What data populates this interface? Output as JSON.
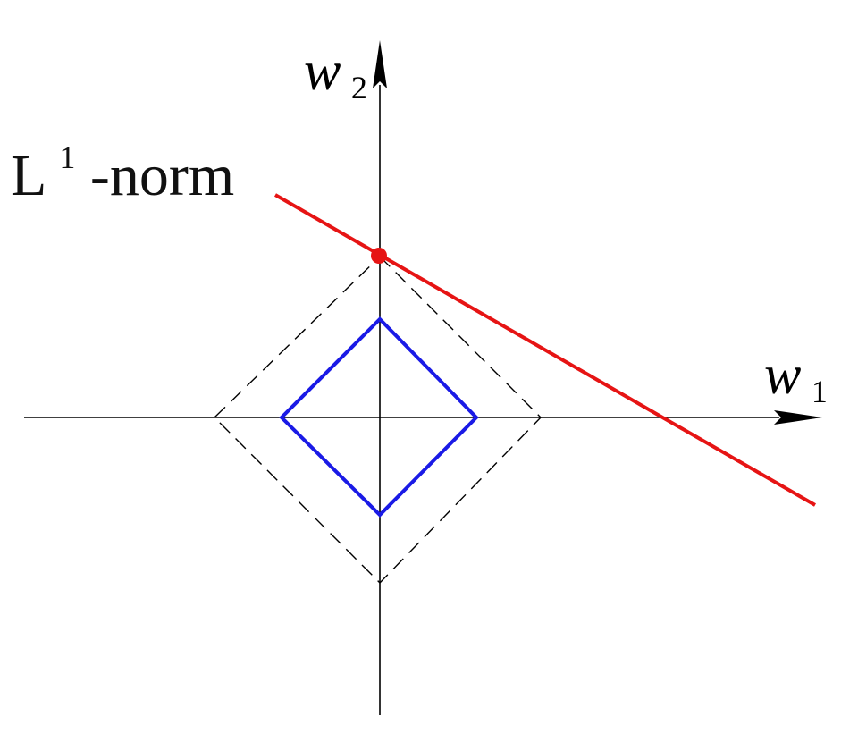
{
  "diagram": {
    "title": {
      "prefix": "L",
      "superscript": "1",
      "suffix": "-norm"
    },
    "axes": {
      "w1": {
        "variable": "w",
        "subscript": "1"
      },
      "w2": {
        "variable": "w",
        "subscript": "2"
      }
    },
    "colors": {
      "axis": "#000000",
      "constraint_region": "#1a1ae6",
      "dashed_contour": "#000000",
      "solution_line": "#e61414",
      "solution_point": "#e61414"
    },
    "shapes": {
      "constraint_region": "solid diamond",
      "dashed_contour": "dashed diamond",
      "solution_line": "straight line tangent to dashed diamond at top vertex",
      "solution_point": "dot on the w2 axis"
    }
  }
}
